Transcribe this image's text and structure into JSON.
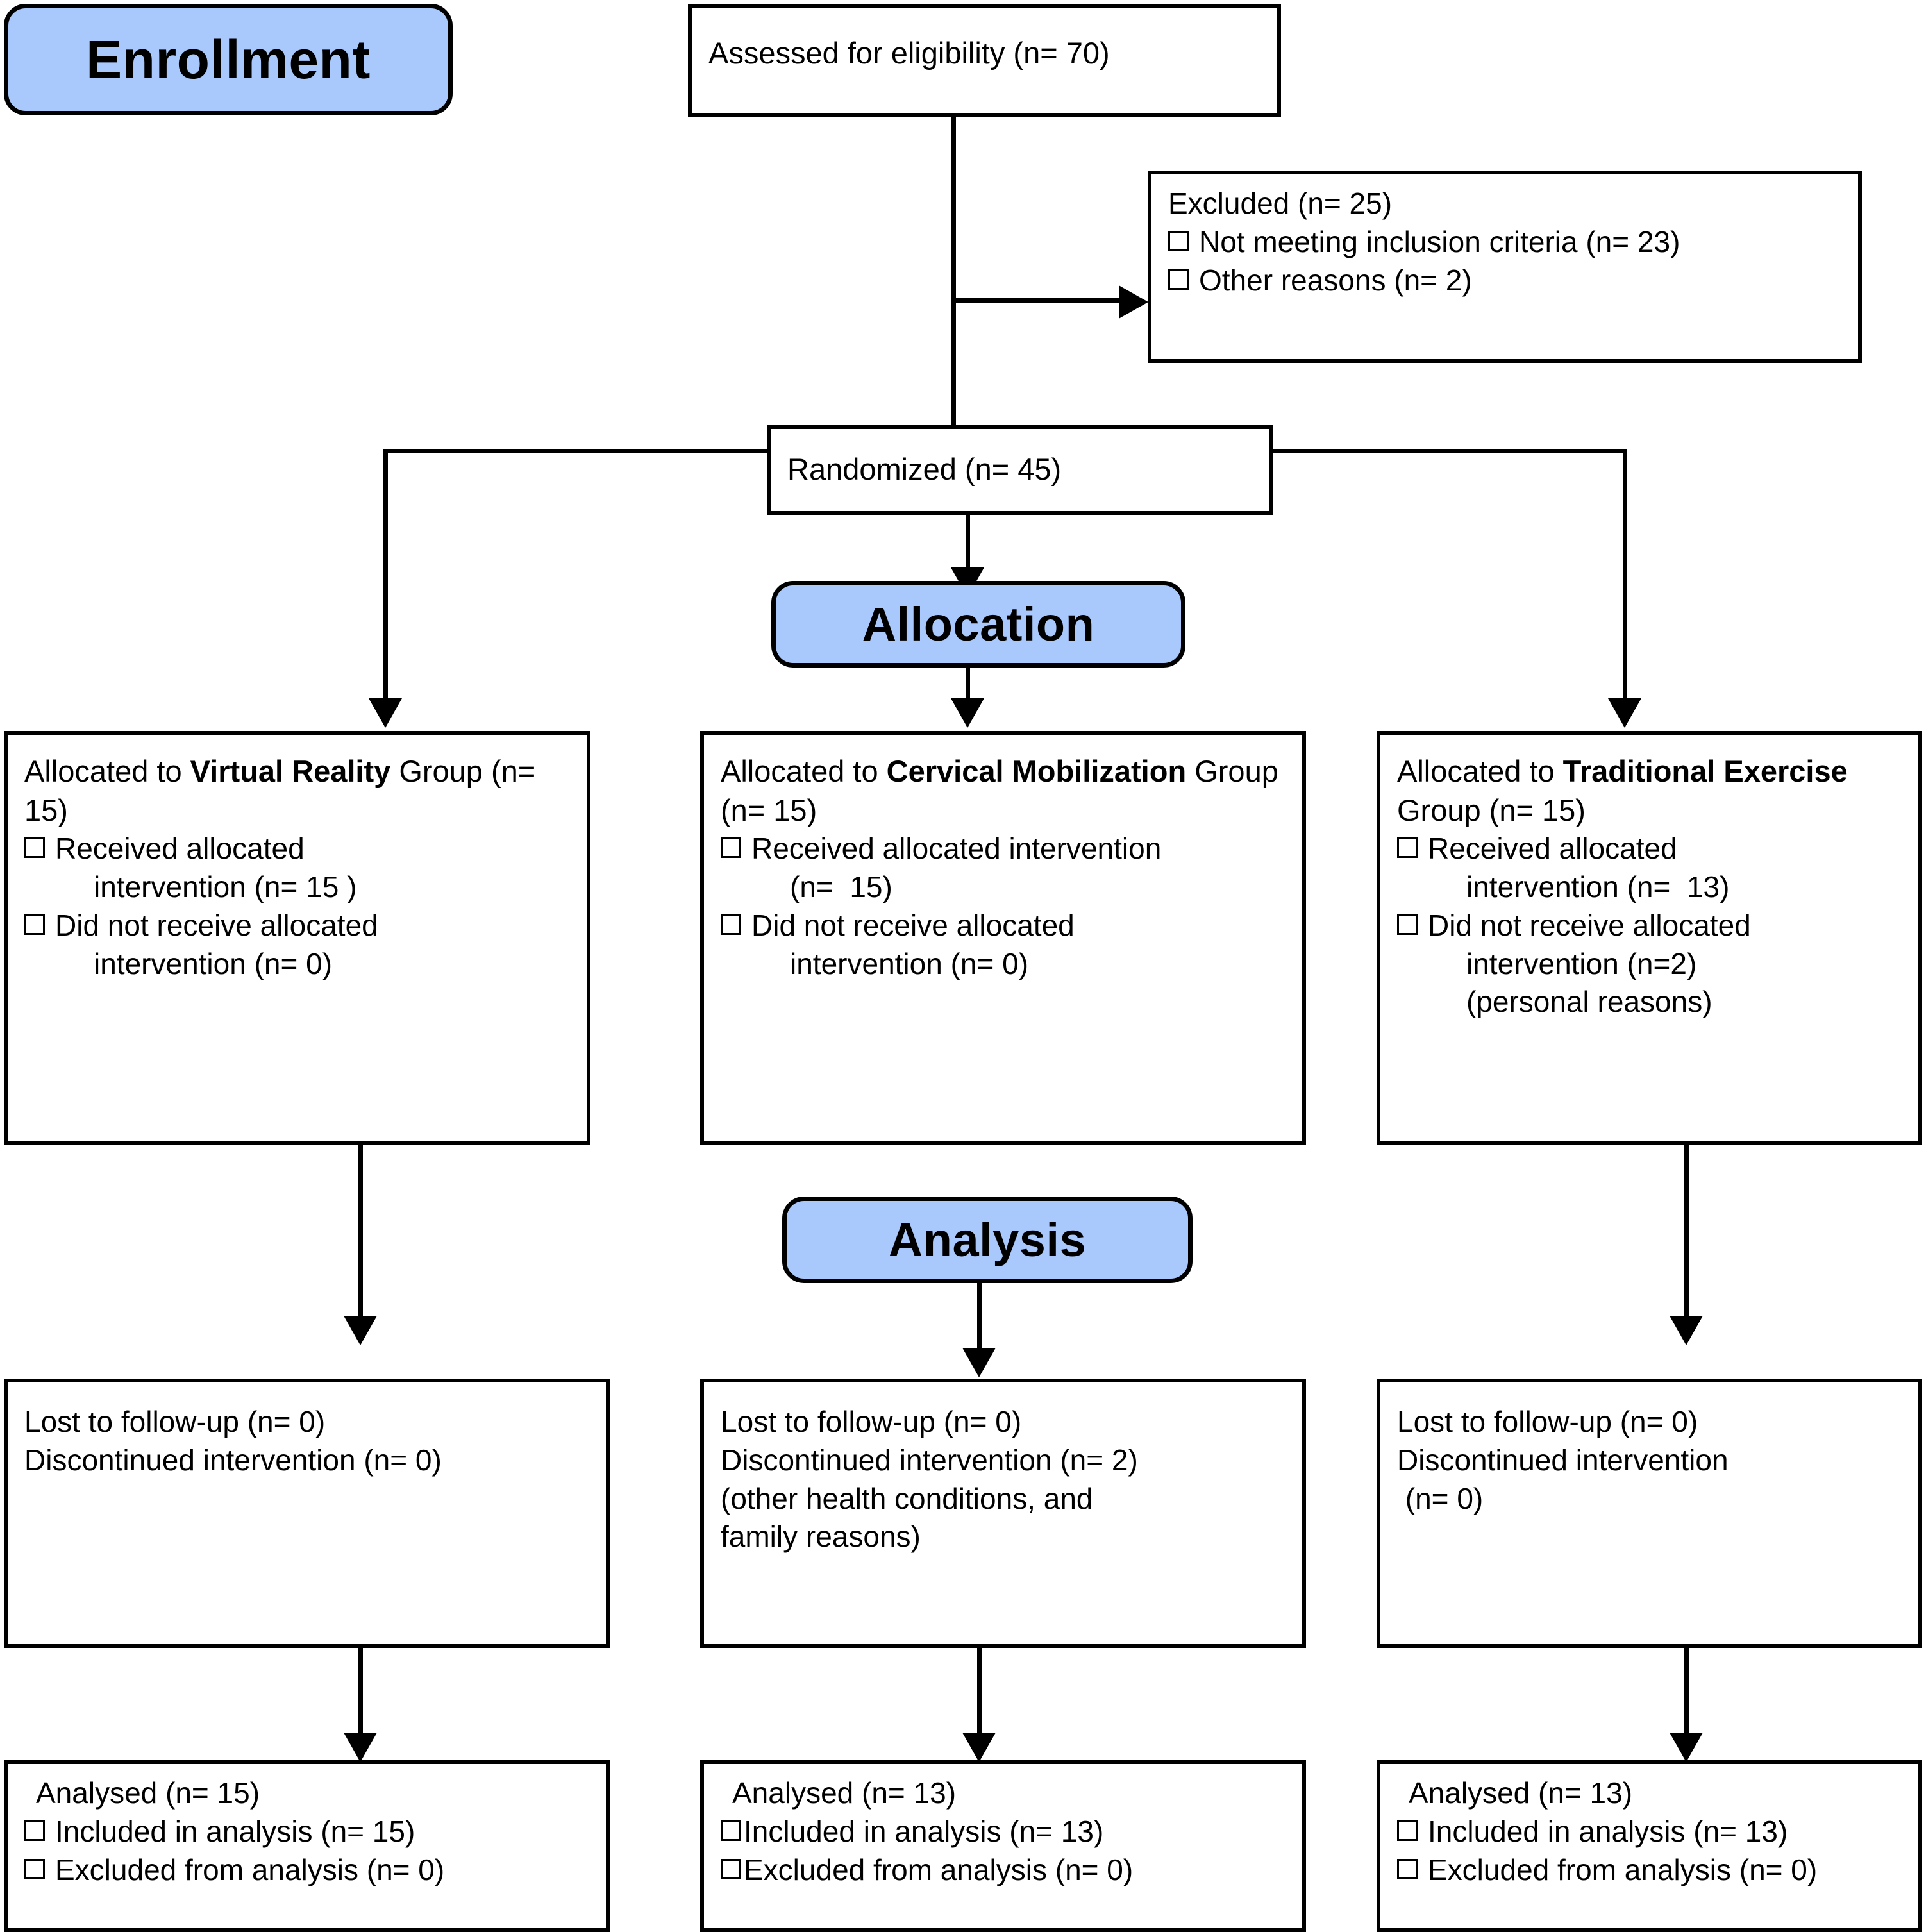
{
  "diagram": {
    "type": "consort-flow-diagram",
    "accent_color": "#a9c8fb",
    "border_color": "#000000",
    "background_color": "#ffffff"
  },
  "stages": {
    "enrollment": "Enrollment",
    "allocation": "Allocation",
    "analysis": "Analysis"
  },
  "enrollment": {
    "assessed": "Assessed for eligibility (n= 70)",
    "excluded_title": "Excluded (n= 25)",
    "excluded_items": [
      "Not meeting inclusion criteria (n= 23)",
      "Other reasons (n= 2)"
    ],
    "randomized": "Randomized (n= 45)"
  },
  "allocation_boxes": [
    {
      "lead": "Allocated to ",
      "group_name": "Virtual Reality",
      "tail": " Group (n= 15)",
      "items": [
        {
          "line1": "Received allocated",
          "line2": "intervention (n= 15 )"
        },
        {
          "line1": "Did not receive allocated",
          "line2": "intervention (n= 0)"
        }
      ]
    },
    {
      "lead": "Allocated to ",
      "group_name": "Cervical Mobilization",
      "tail": " Group (n= 15)",
      "items": [
        {
          "line1": "Received allocated intervention",
          "line2": "(n=  15)"
        },
        {
          "line1": "Did not receive allocated",
          "line2": "intervention (n= 0)"
        }
      ]
    },
    {
      "lead": "Allocated to ",
      "group_name": "Traditional Exercise",
      "tail": " Group (n= 15)",
      "items": [
        {
          "line1": "Received allocated",
          "line2": "intervention (n=  13)"
        },
        {
          "line1": "Did not receive allocated",
          "line2": "intervention (n=2)",
          "line3": "(personal reasons)"
        }
      ]
    }
  ],
  "followup_boxes": [
    {
      "lines": [
        "Lost to follow-up (n= 0)",
        "Discontinued intervention (n= 0)"
      ]
    },
    {
      "lines": [
        "Lost to follow-up (n= 0)",
        "Discontinued intervention (n= 2)",
        "(other health conditions, and",
        "family reasons)"
      ]
    },
    {
      "lines": [
        "Lost to follow-up (n= 0)",
        "Discontinued intervention",
        " (n= 0)"
      ]
    }
  ],
  "analysis_boxes": [
    {
      "title": "Analysed (n= 15)",
      "items": [
        "Included in analysis (n= 15)",
        "Excluded from analysis (n= 0)"
      ]
    },
    {
      "title": "Analysed (n= 13)",
      "items": [
        "Included in analysis (n= 13)",
        "Excluded from analysis (n= 0)"
      ]
    },
    {
      "title": "Analysed (n= 13)",
      "items": [
        "Included in analysis (n= 13)",
        "Excluded from analysis (n= 0)"
      ]
    }
  ]
}
